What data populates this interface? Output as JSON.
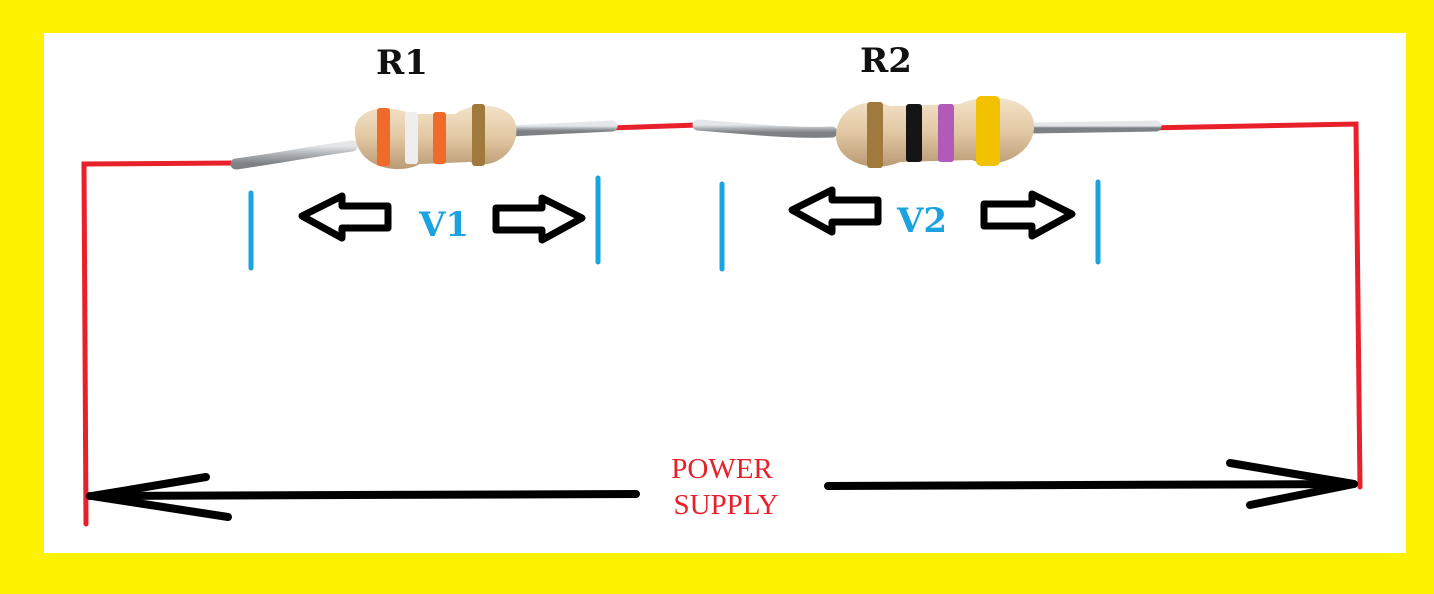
{
  "labels": {
    "r1": "R1",
    "r2": "R2",
    "v1": "V1",
    "v2": "V2",
    "power_supply_line1": "POWER",
    "power_supply_line2": "SUPPLY"
  },
  "colors": {
    "border": "#fff200",
    "background": "#ffffff",
    "wire": "#e8202a",
    "voltage_marker": "#1aa3e0",
    "voltage_label": "#1aa3e0",
    "arrow": "#000000",
    "power_supply_label": "#e8202a",
    "resistor_body": "#e6cfae",
    "lead": "#b9bcbf"
  },
  "resistors": [
    {
      "name": "R1",
      "bands": [
        "#f06a2a",
        "#eeeeee",
        "#f06a2a",
        "#a07a3c"
      ]
    },
    {
      "name": "R2",
      "bands": [
        "#a07a3c",
        "#151515",
        "#b25ab8",
        "#f2c200"
      ]
    }
  ]
}
